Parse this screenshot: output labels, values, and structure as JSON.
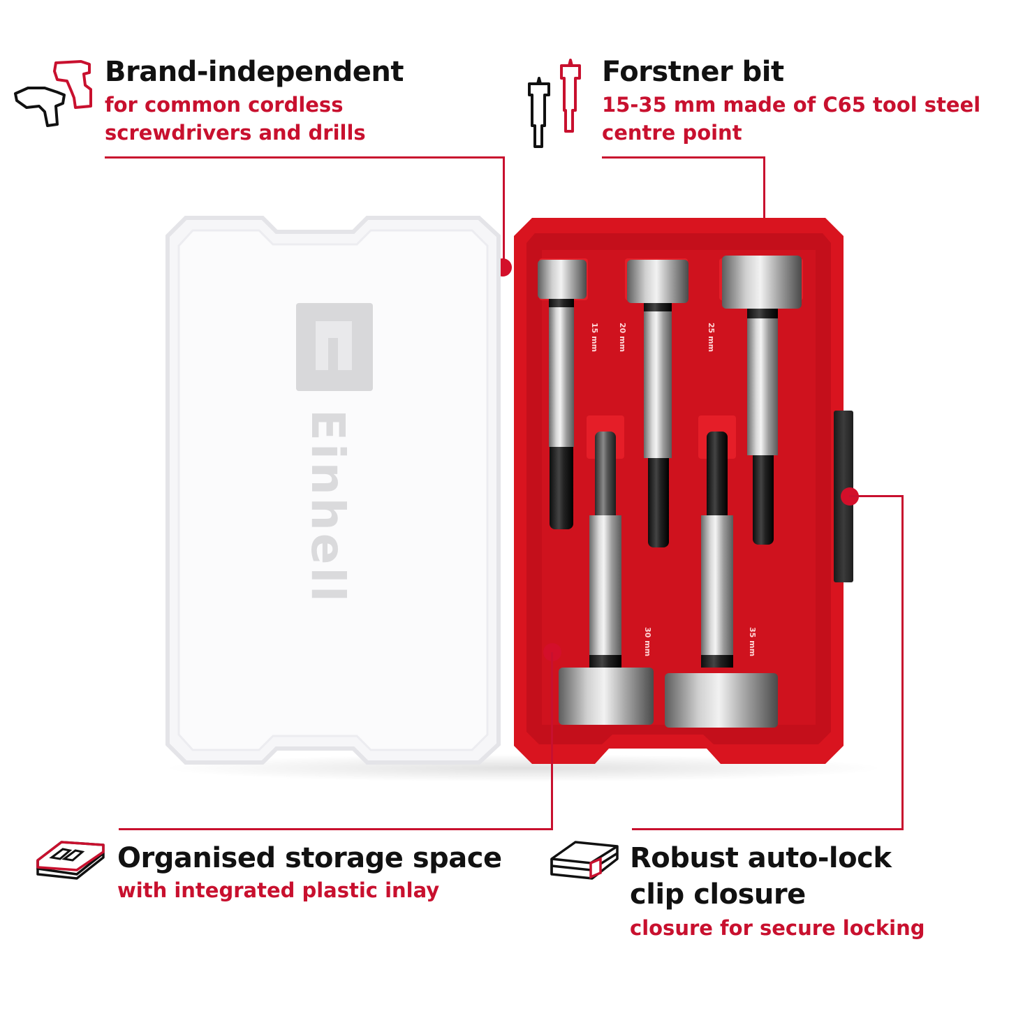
{
  "features": [
    {
      "id": "brand-independent",
      "icon": "drill-icon",
      "title": "Brand-independent",
      "subtitle_lines": [
        "for common cordless",
        "screwdrivers and drills"
      ]
    },
    {
      "id": "forstner-bit",
      "icon": "forstner-bit-icon",
      "title": "Forstner bit",
      "subtitle_lines": [
        "15-35 mm made of C65 tool steel",
        "centre point"
      ]
    },
    {
      "id": "organised-storage",
      "icon": "storage-box-icon",
      "title": "Organised storage space",
      "subtitle_lines": [
        "with integrated plastic inlay"
      ]
    },
    {
      "id": "auto-lock",
      "icon": "closed-case-icon",
      "title_lines": [
        "Robust auto-lock",
        "clip closure"
      ],
      "subtitle_lines": [
        "closure for secure locking"
      ]
    }
  ],
  "product": {
    "case_lid_logo": "Einhell",
    "bit_sizes": [
      "15 mm",
      "20 mm",
      "25 mm",
      "30 mm",
      "35 mm"
    ]
  },
  "colors": {
    "accent": "#c8102e",
    "case_red": "#d9141f",
    "text": "#111111",
    "lid": "#f2f2f4"
  }
}
